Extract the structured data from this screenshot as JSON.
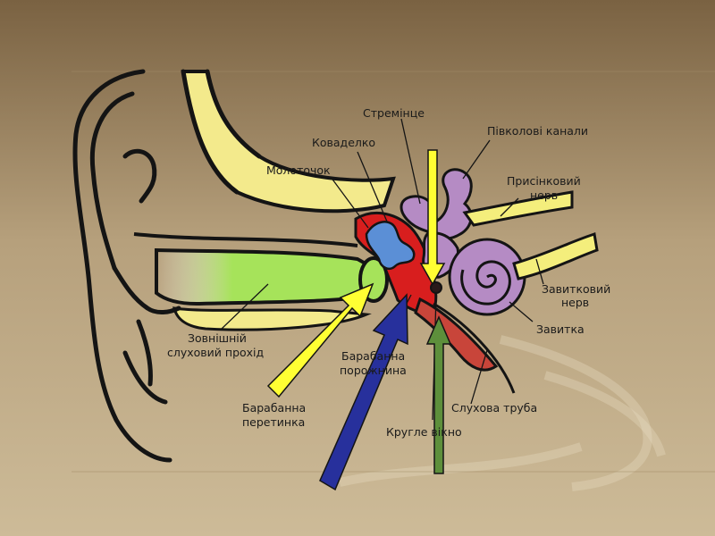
{
  "colors": {
    "bg_top": "#7a6242",
    "bg_mid": "#b6a07c",
    "bg_bottom": "#cdbb98",
    "outline": "#141414",
    "canal_green": "#a6e35a",
    "bone_yellow": "#f3ea8c",
    "nerve_yellow": "#f4ee7c",
    "middle_ear_red": "#d81e1e",
    "ossicles_blue": "#5b8fd6",
    "inner_ear_purple": "#b58bc4",
    "tube_red": "#c8453a",
    "arrow_yellow": "#ffff33",
    "arrow_blue": "#27309c",
    "arrow_green": "#5d8f3b"
  },
  "labels": {
    "stirrup": "Стремінце",
    "anvil": "Коваделко",
    "hammer": "Молоточок",
    "semicircular_canals": "Півколові канали",
    "vestibular_nerve_1": "Присінковий",
    "vestibular_nerve_2": "нерв",
    "cochlear_nerve_1": "Завитковий",
    "cochlear_nerve_2": "нерв",
    "cochlea": "Завитка",
    "outer_canal_1": "Зовнішній",
    "outer_canal_2": "слуховий прохід",
    "tympanic_cavity_1": "Барабанна",
    "tympanic_cavity_2": "порожнина",
    "eardrum_1": "Барабанна",
    "eardrum_2": "перетинка",
    "eustachian_tube": "Слухова труба",
    "round_window": "Кругле вікно"
  }
}
